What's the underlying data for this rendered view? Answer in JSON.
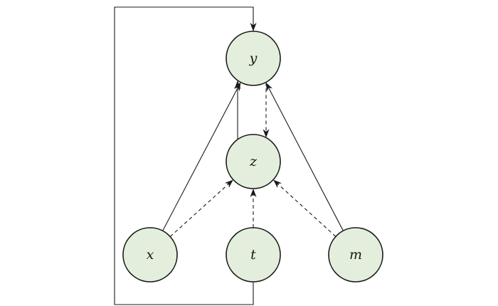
{
  "diagram": {
    "nodes": [
      {
        "id": "y",
        "label": "y"
      },
      {
        "id": "z",
        "label": "z"
      },
      {
        "id": "x",
        "label": "x"
      },
      {
        "id": "t",
        "label": "t"
      },
      {
        "id": "m",
        "label": "m"
      }
    ],
    "edges": [
      {
        "from": "x",
        "to": "y",
        "style": "solid"
      },
      {
        "from": "m",
        "to": "y",
        "style": "solid"
      },
      {
        "from": "z",
        "to": "y",
        "style": "solid"
      },
      {
        "from": "y",
        "to": "z",
        "style": "dashed"
      },
      {
        "from": "x",
        "to": "z",
        "style": "dashed"
      },
      {
        "from": "t",
        "to": "z",
        "style": "dashed"
      },
      {
        "from": "m",
        "to": "z",
        "style": "dashed"
      },
      {
        "from": "t",
        "to": "y",
        "style": "solid",
        "routed": true
      }
    ]
  }
}
